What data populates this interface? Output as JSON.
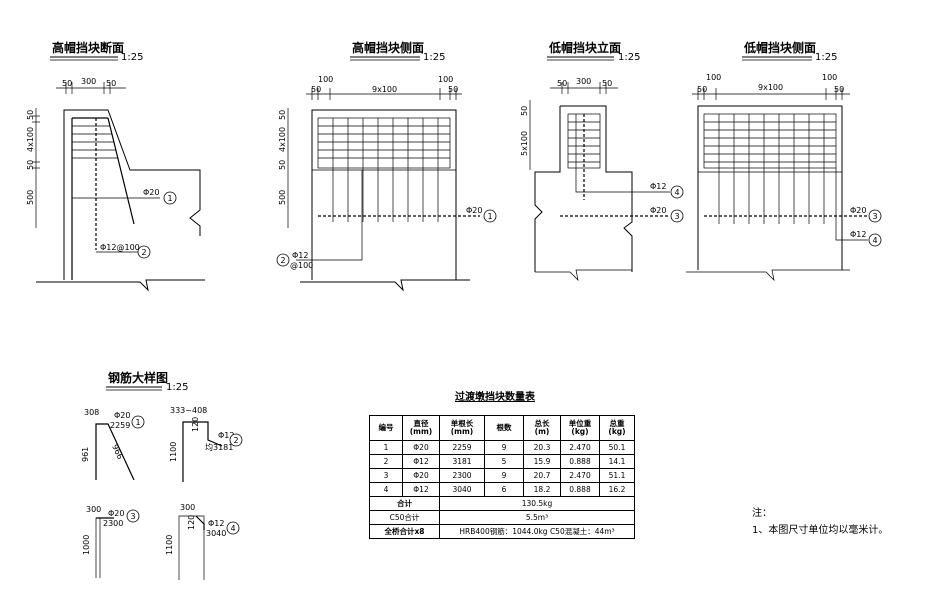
{
  "views": {
    "high_cap_section": {
      "title": "高帽挡块断面",
      "scale": "1:25",
      "dims_top": [
        "50",
        "300",
        "50"
      ],
      "dims_left": [
        "50",
        "4x100",
        "50",
        "500"
      ],
      "callouts": [
        {
          "text": "Φ20",
          "num": "1"
        },
        {
          "text": "Φ12@100",
          "num": "2"
        }
      ]
    },
    "high_cap_side": {
      "title": "高帽挡块侧面",
      "scale": "1:25",
      "dims_top": [
        "100",
        "50",
        "9x100",
        "100",
        "50"
      ],
      "dims_left": [
        "50",
        "4x100",
        "50",
        "500"
      ],
      "callouts": [
        {
          "text": "Φ20",
          "num": "1"
        },
        {
          "text": "Φ12",
          "sub": "@100",
          "num": "2"
        }
      ]
    },
    "low_cap_elev": {
      "title": "低帽挡块立面",
      "scale": "1:25",
      "dims_top": [
        "50",
        "300",
        "50"
      ],
      "dims_left": [
        "50",
        "5x100"
      ],
      "callouts": [
        {
          "text": "Φ12",
          "num": "4"
        },
        {
          "text": "Φ20",
          "num": "3"
        }
      ]
    },
    "low_cap_side": {
      "title": "低帽挡块侧面",
      "scale": "1:25",
      "dims_top": [
        "100",
        "50",
        "9x100",
        "100",
        "50"
      ],
      "callouts": [
        {
          "text": "Φ20",
          "num": "3"
        },
        {
          "text": "Φ12",
          "num": "4"
        }
      ]
    }
  },
  "detail": {
    "title": "钢筋大样图",
    "scale": "1:25",
    "bars": [
      {
        "num": "1",
        "dia": "Φ20",
        "top": "308",
        "len": "2259",
        "vert": "961",
        "diag": "966"
      },
      {
        "num": "2",
        "dia": "Φ12",
        "top": "333~408",
        "diag": "120",
        "len": "均3181",
        "vert": "1100"
      },
      {
        "num": "3",
        "dia": "Φ20",
        "top": "300",
        "len": "2300",
        "vert": "1000"
      },
      {
        "num": "4",
        "dia": "Φ12",
        "top": "300",
        "diag": "120",
        "len": "3040",
        "vert": "1100"
      }
    ]
  },
  "table": {
    "title": "过渡墩挡块数量表",
    "headers": [
      {
        "l1": "编号",
        "l2": ""
      },
      {
        "l1": "直径",
        "l2": "(mm)"
      },
      {
        "l1": "单根长",
        "l2": "(mm)"
      },
      {
        "l1": "根数",
        "l2": ""
      },
      {
        "l1": "总长",
        "l2": "(m)"
      },
      {
        "l1": "单位重",
        "l2": "(kg)"
      },
      {
        "l1": "总重",
        "l2": "(kg)"
      }
    ],
    "rows": [
      [
        "1",
        "Φ20",
        "2259",
        "9",
        "20.3",
        "2.470",
        "50.1"
      ],
      [
        "2",
        "Φ12",
        "3181",
        "5",
        "15.9",
        "0.888",
        "14.1"
      ],
      [
        "3",
        "Φ20",
        "2300",
        "9",
        "20.7",
        "2.470",
        "51.1"
      ],
      [
        "4",
        "Φ12",
        "3040",
        "6",
        "18.2",
        "0.888",
        "16.2"
      ]
    ],
    "subtotal_label": "合计",
    "subtotal_value": "130.5kg",
    "concrete_label": "C50合计",
    "concrete_value": "5.5m³",
    "total_label": "全桥合计x8",
    "total_value": "HRB400钢筋：1044.0kg  C50混凝土：44m³"
  },
  "notes": {
    "heading": "注：",
    "items": [
      "1、本图尺寸单位均以毫米计。"
    ]
  }
}
